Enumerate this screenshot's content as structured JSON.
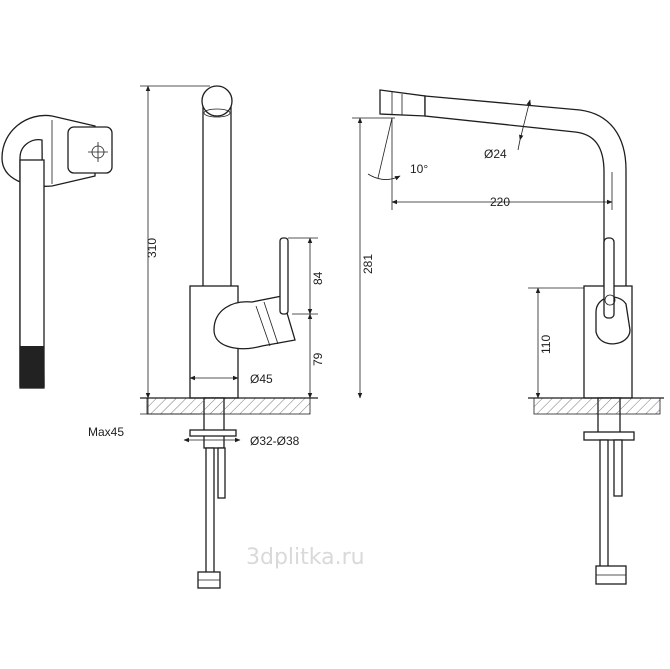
{
  "drawing": {
    "dimensions": {
      "height_total": "310",
      "handle_height": "84",
      "body_height": "79",
      "body_diameter": "Ø45",
      "max_counter_thickness": "Max45",
      "mount_hole": "Ø32-Ø38",
      "spout_angle": "10°",
      "spout_diameter": "Ø24",
      "spout_reach": "220",
      "spout_height": "281",
      "lever_height": "110"
    },
    "watermark": "3dplitka.ru"
  }
}
